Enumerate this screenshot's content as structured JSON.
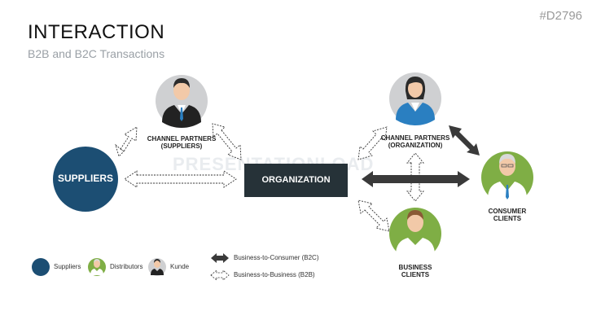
{
  "header": {
    "code": "#D2796",
    "title": "INTERACTION",
    "subtitle": "B2B and B2C Transactions"
  },
  "watermark": "PRESENTATIONLOAD",
  "nodes": {
    "suppliers": "SUPPLIERS",
    "organization": "ORGANIZATION",
    "channel_suppliers": [
      "CHANNEL PARTNERS",
      "(SUPPLIERS)"
    ],
    "channel_organization": [
      "CHANNEL PARTNERS",
      "(ORGANIZATION)"
    ],
    "consumer_clients": [
      "CONSUMER",
      "CLIENTS"
    ],
    "business_clients": [
      "BUSINESS",
      "CLIENTS"
    ]
  },
  "legend": {
    "suppliers": "Suppliers",
    "distributors": "Distributors",
    "kunde": "Kunde",
    "b2c": "Business-to-Consumer (B2C)",
    "b2b": "Business-to-Business (B2B)"
  },
  "colors": {
    "navy": "#1c4e73",
    "dark": "#263238",
    "green": "#7fae45",
    "gray": "#cfd0d2",
    "suit_black": "#222222",
    "suit_blue": "#2a7fc1"
  }
}
